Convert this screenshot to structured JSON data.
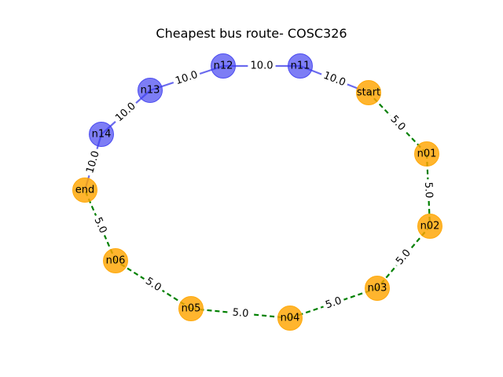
{
  "title": "Cheapest bus route- COSC326",
  "colors": {
    "route_node": "#FFA500",
    "other_node": "#4040F0",
    "route_edge": "#008000",
    "other_edge": "#6A6AEE",
    "label_bg": "#ffffff"
  },
  "nodes": [
    {
      "id": "start",
      "label": "start",
      "on_route": true
    },
    {
      "id": "n01",
      "label": "n01",
      "on_route": true
    },
    {
      "id": "n02",
      "label": "n02",
      "on_route": true
    },
    {
      "id": "n03",
      "label": "n03",
      "on_route": true
    },
    {
      "id": "n04",
      "label": "n04",
      "on_route": true
    },
    {
      "id": "n05",
      "label": "n05",
      "on_route": true
    },
    {
      "id": "n06",
      "label": "n06",
      "on_route": true
    },
    {
      "id": "end",
      "label": "end",
      "on_route": true
    },
    {
      "id": "n14",
      "label": "n14",
      "on_route": false
    },
    {
      "id": "n13",
      "label": "n13",
      "on_route": false
    },
    {
      "id": "n12",
      "label": "n12",
      "on_route": false
    },
    {
      "id": "n11",
      "label": "n11",
      "on_route": false
    }
  ],
  "edges": [
    {
      "from": "start",
      "to": "n01",
      "weight": "5.0",
      "on_route": true
    },
    {
      "from": "n01",
      "to": "n02",
      "weight": "5.0",
      "on_route": true
    },
    {
      "from": "n02",
      "to": "n03",
      "weight": "5.0",
      "on_route": true
    },
    {
      "from": "n03",
      "to": "n04",
      "weight": "5.0",
      "on_route": true
    },
    {
      "from": "n04",
      "to": "n05",
      "weight": "5.0",
      "on_route": true
    },
    {
      "from": "n05",
      "to": "n06",
      "weight": "5.0",
      "on_route": true
    },
    {
      "from": "n06",
      "to": "end",
      "weight": "5.0",
      "on_route": true
    },
    {
      "from": "end",
      "to": "n14",
      "weight": "10.0",
      "on_route": false
    },
    {
      "from": "n14",
      "to": "n13",
      "weight": "10.0",
      "on_route": false
    },
    {
      "from": "n13",
      "to": "n12",
      "weight": "10.0",
      "on_route": false
    },
    {
      "from": "n12",
      "to": "n11",
      "weight": "10.0",
      "on_route": false
    },
    {
      "from": "n11",
      "to": "start",
      "weight": "10.0",
      "on_route": false
    }
  ]
}
